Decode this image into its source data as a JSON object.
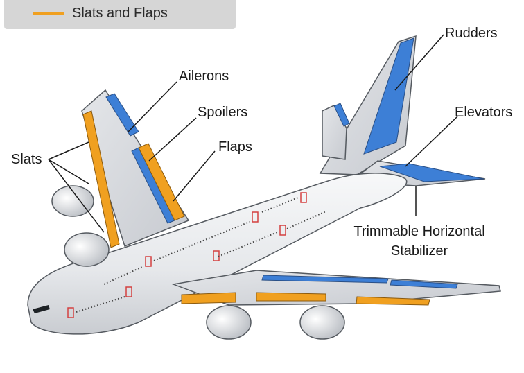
{
  "legend": {
    "items": [
      {
        "text": "Slats and Flaps",
        "color": "#f0a020"
      }
    ]
  },
  "labels": {
    "ailerons": "Ailerons",
    "spoilers": "Spoilers",
    "flaps": "Flaps",
    "slats": "Slats",
    "rudders": "Rudders",
    "elevators": "Elevators",
    "stabilizer_line1": "Trimmable Horizontal",
    "stabilizer_line2": "Stabilizer"
  },
  "colors": {
    "surface_blue": "#3d7fd6",
    "surface_orange": "#f0a020",
    "fuselage": "#e9eaec",
    "outline": "#555a60",
    "door_red": "#d44040"
  }
}
